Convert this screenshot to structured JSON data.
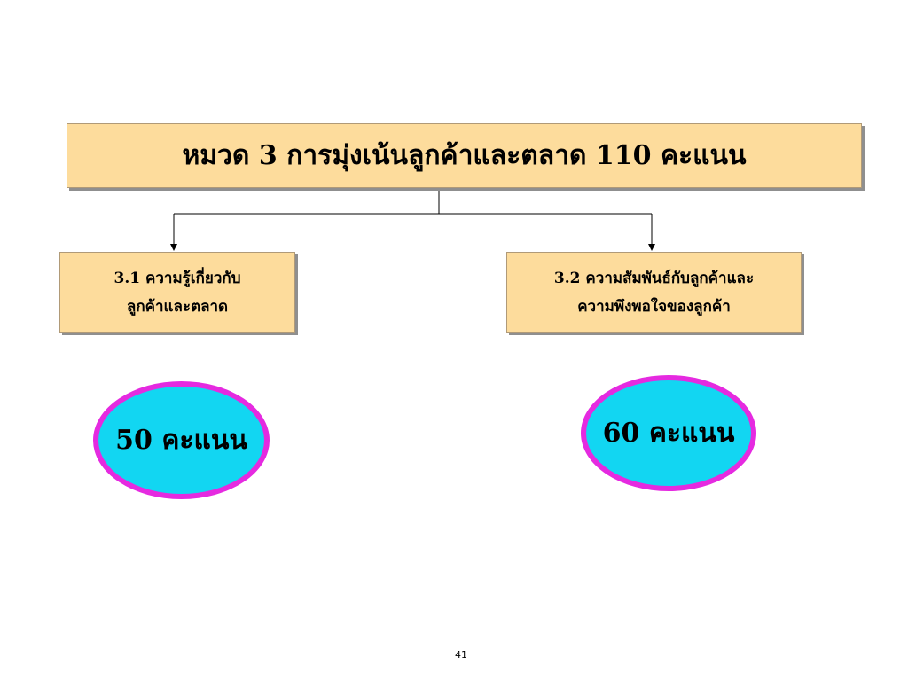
{
  "header": {
    "title": "หมวด 3 การมุ่งเน้นลูกค้าและตลาด 110 คะแนน"
  },
  "items": [
    {
      "label_line1": "3.1 ความรู้เกี่ยวกับ",
      "label_line2": "ลูกค้าและตลาด",
      "score": "50 คะแนน"
    },
    {
      "label_line1": "3.2 ความสัมพันธ์กับลูกค้าและ",
      "label_line2": "ความพึงพอใจของลูกค้า",
      "score": "60 คะแนน"
    }
  ],
  "colors": {
    "box_fill": "#fddc9c",
    "ellipse_fill": "#12d6f2",
    "ellipse_border": "#e52ae0"
  },
  "footer": {
    "page_number": "41"
  }
}
